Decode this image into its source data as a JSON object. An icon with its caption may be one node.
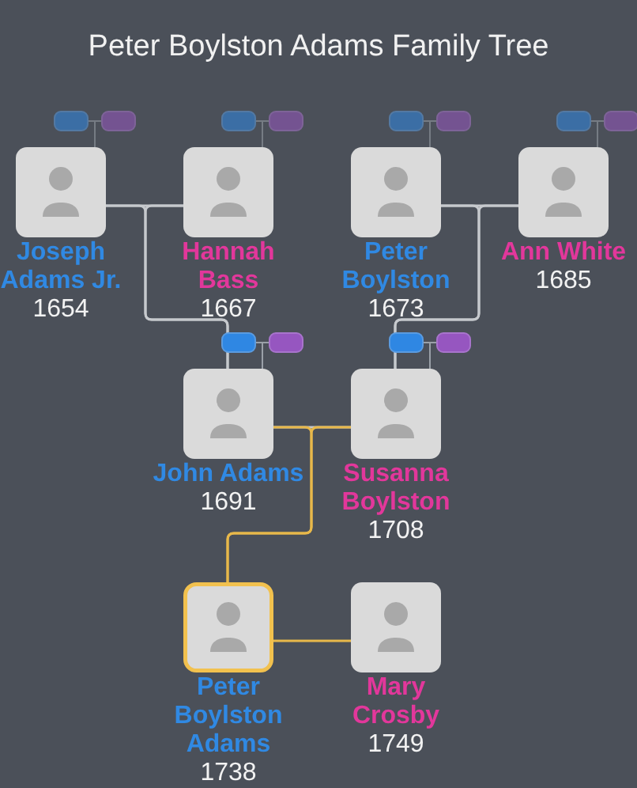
{
  "diagram": {
    "title": "Peter Boylston Adams Family Tree",
    "nodes": [
      {
        "text": [
          "Joseph Adams Jr.",
          "1654"
        ]
      },
      {
        "text": [
          "Hannah Bass",
          "1667"
        ]
      },
      {
        "text": [
          "Peter Boylston",
          "1673"
        ]
      },
      {
        "text": [
          "Ann White",
          "1685"
        ]
      },
      {
        "text": [
          "John Adams",
          "1691"
        ]
      },
      {
        "text": [
          "Susanna Boylston",
          "1708"
        ]
      },
      {
        "text": [
          "Peter Boylston Adams",
          "1738"
        ]
      },
      {
        "text": [
          "Mary Crosby",
          "1749"
        ]
      }
    ],
    "edges": [
      {
        "from": 0,
        "to": 1,
        "arrow": "none"
      },
      {
        "from": 2,
        "to": 3,
        "arrow": "none"
      },
      {
        "from": 0,
        "to": 4,
        "arrow": "none"
      },
      {
        "from": 1,
        "to": 4,
        "arrow": "none"
      },
      {
        "from": 2,
        "to": 5,
        "arrow": "none"
      },
      {
        "from": 3,
        "to": 5,
        "arrow": "none"
      },
      {
        "from": 4,
        "to": 5,
        "arrow": "none"
      },
      {
        "from": 4,
        "to": 6,
        "arrow": "none",
        "color": "#e8b84a"
      },
      {
        "from": 5,
        "to": 6,
        "arrow": "none",
        "color": "#e8b84a"
      },
      {
        "from": 6,
        "to": 7,
        "arrow": "none",
        "color": "#e8b84a"
      }
    ]
  }
}
